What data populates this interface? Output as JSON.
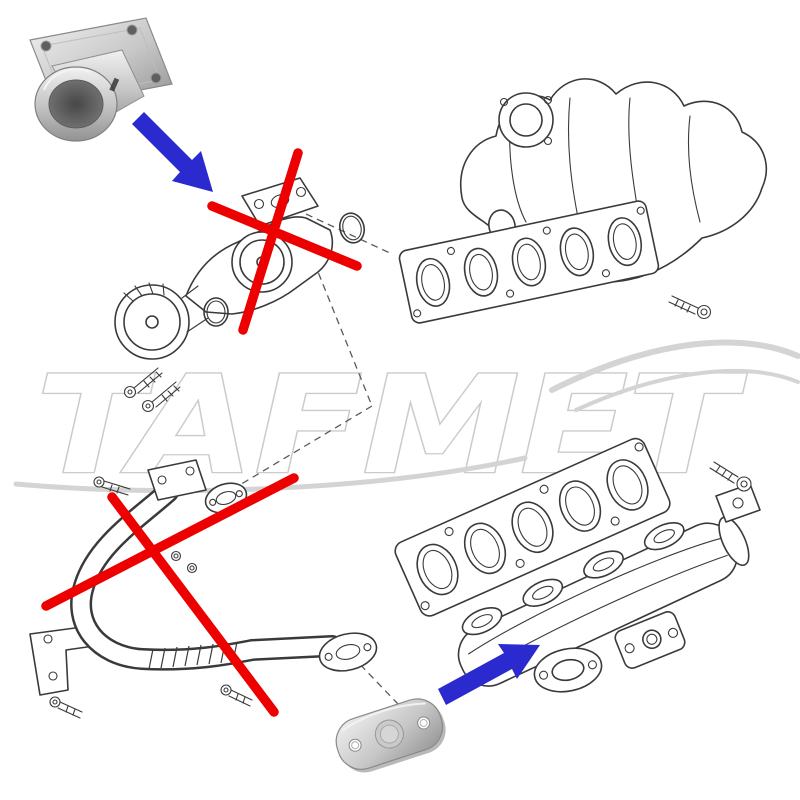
{
  "watermark": {
    "text": "TAFMET",
    "color": "#c9c9c9"
  },
  "colors": {
    "background": "#ffffff",
    "line": "#3a3a3a",
    "cross_red": "#ec0000",
    "arrow_blue": "#2a2ace",
    "watermark_gray": "#d4d4d4",
    "metal_light": "#f1f1f1",
    "metal_mid": "#c7c7c7",
    "metal_dark": "#929292",
    "bore_dark": "#474747"
  },
  "parts": [
    {
      "name": "egr-delete-adapter-pipe-photo"
    },
    {
      "name": "blue-arrow-top"
    },
    {
      "name": "egr-valve-assembly-crossed-out"
    },
    {
      "name": "red-cross-egr-valve"
    },
    {
      "name": "intake-manifold-drawing"
    },
    {
      "name": "intake-manifold-gasket"
    },
    {
      "name": "egr-cooler-pipe-assembly-crossed-out"
    },
    {
      "name": "red-cross-egr-pipe"
    },
    {
      "name": "exhaust-manifold-drawing"
    },
    {
      "name": "exhaust-manifold-gasket"
    },
    {
      "name": "blue-arrow-bottom"
    },
    {
      "name": "egr-blanking-plate"
    }
  ]
}
